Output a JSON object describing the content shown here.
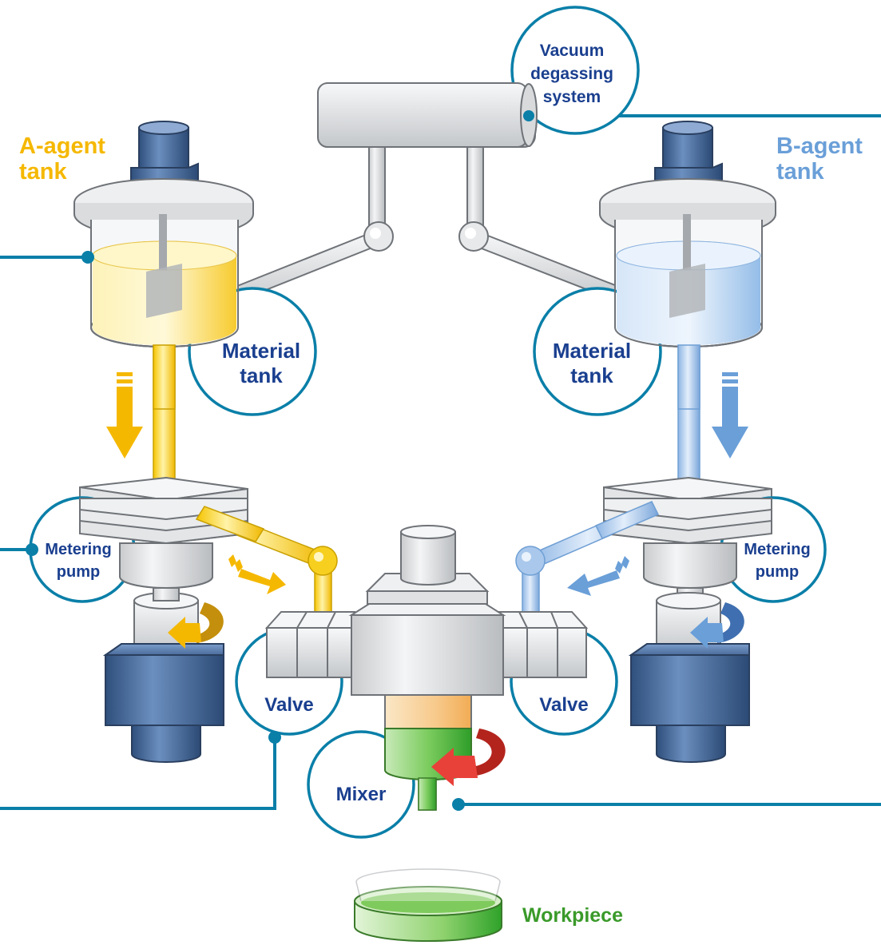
{
  "labels": {
    "a_tank_1": "A-agent",
    "a_tank_2": "tank",
    "b_tank_1": "B-agent",
    "b_tank_2": "tank",
    "vacuum_1": "Vacuum",
    "vacuum_2": "degassing",
    "vacuum_3": "system",
    "material_tank_left_1": "Material",
    "material_tank_left_2": "tank",
    "material_tank_right_1": "Material",
    "material_tank_right_2": "tank",
    "metering_pump_left_1": "Metering",
    "metering_pump_left_2": "pump",
    "metering_pump_right_1": "Metering",
    "metering_pump_right_2": "pump",
    "valve_left": "Valve",
    "valve_right": "Valve",
    "mixer": "Mixer",
    "workpiece": "Workpiece"
  },
  "colors": {
    "a_agent": "#f5b800",
    "b_agent": "#6a9fd8",
    "callout_line": "#0a7fa8",
    "label_text": "#1a3f8f",
    "workpiece_text": "#3a9a2a",
    "mixer_arrow": "#e8413a"
  }
}
